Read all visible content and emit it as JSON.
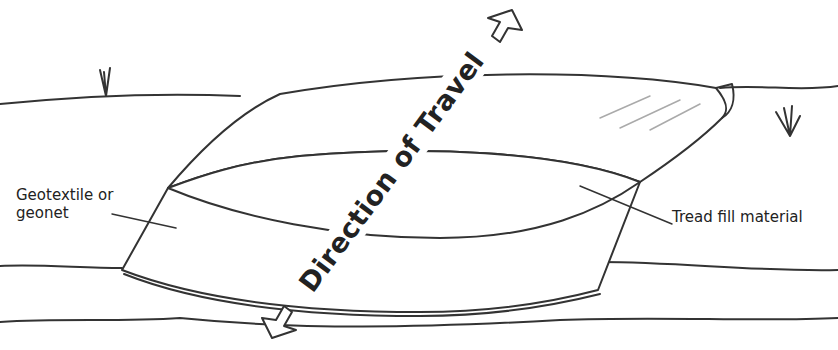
{
  "diagram": {
    "labels": [
      "Geotextile or geonet",
      "Tread fill material",
      "Direction of Travel"
    ]
  }
}
